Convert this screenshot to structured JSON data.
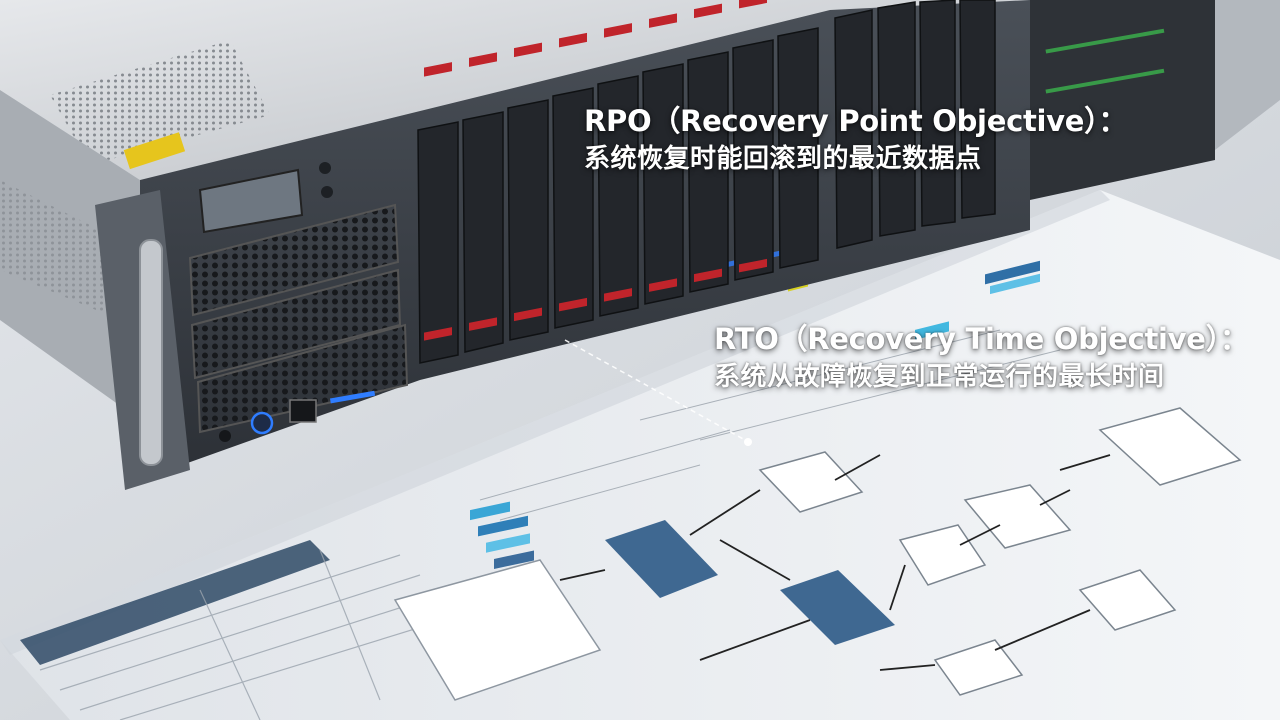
{
  "captions": {
    "rpo": {
      "title": "RPO（Recovery Point Objective）：",
      "description": "系统恢复时能回滚到的最近数据点"
    },
    "rto": {
      "title": "RTO（Recovery Time Objective）：",
      "description": "系统从故障恢复到正常运行的最长时间"
    }
  },
  "colors": {
    "server_body": "#c9ccd0",
    "server_front": "#3a3f46",
    "drive_tray": "#23262b",
    "drive_handle_red": "#c0242b",
    "status_blue": "#2f7dff",
    "paper": "#eef1f5",
    "diagram_box_dark": "#3f6891",
    "diagram_accent_cyan": "#42b8e0",
    "diagram_accent_yellow": "#d6d020",
    "caption_text": "#ffffff"
  },
  "icons": [
    "power-button-icon",
    "usb-port-icon",
    "arrow-icon"
  ]
}
